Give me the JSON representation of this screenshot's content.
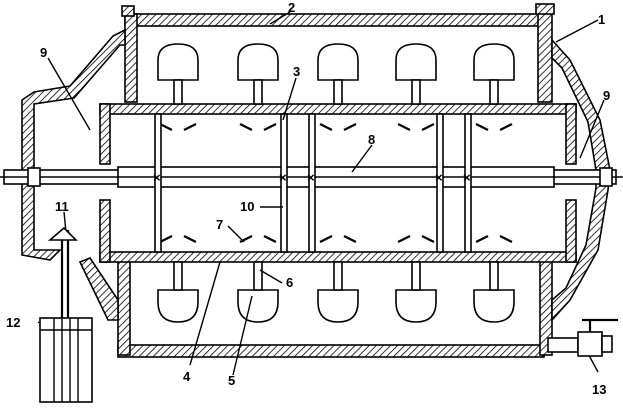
{
  "diagram": {
    "labels": [
      "1",
      "2",
      "3",
      "4",
      "5",
      "6",
      "7",
      "8",
      "9",
      "9",
      "10",
      "11",
      "12",
      "13"
    ]
  }
}
